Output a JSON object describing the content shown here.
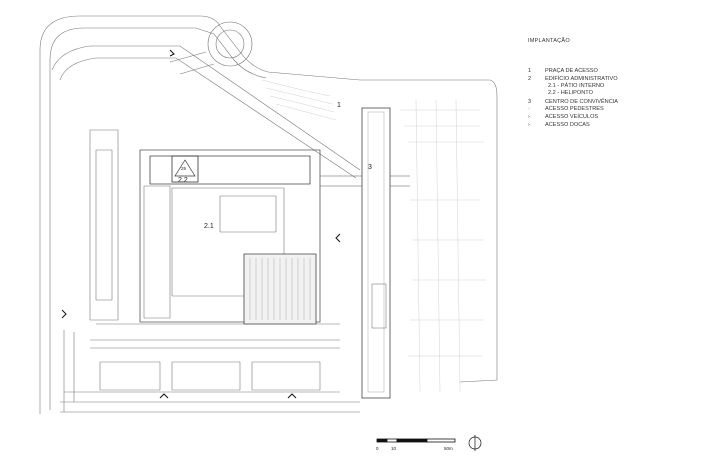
{
  "legend": {
    "title": "IMPLANTAÇÃO",
    "items": [
      {
        "num": "1",
        "label": "PRAÇA DE ACESSO"
      },
      {
        "num": "2",
        "label": "EDIFÍCIO ADMINISTRATIVO"
      },
      {
        "num": "",
        "label": "2.1 - PÁTIO INTERNO"
      },
      {
        "num": "",
        "label": "2.2 - HELIPONTO"
      },
      {
        "num": "3",
        "label": "CENTRO DE CONVIVÊNCIA"
      },
      {
        "num": "",
        "label": "ACESSO PEDESTRES"
      },
      {
        "num": "",
        "label": "ACESSO VEÍCULOS"
      },
      {
        "num": "",
        "label": "ACESSO DOCAS"
      }
    ]
  },
  "labels": {
    "area_1": "1",
    "area_2_1": "2.1",
    "area_2_2": "2.2",
    "area_3": "3",
    "helipad_mark": "25"
  },
  "scale": {
    "t0": "0",
    "t10": "10",
    "t50": "50m"
  }
}
